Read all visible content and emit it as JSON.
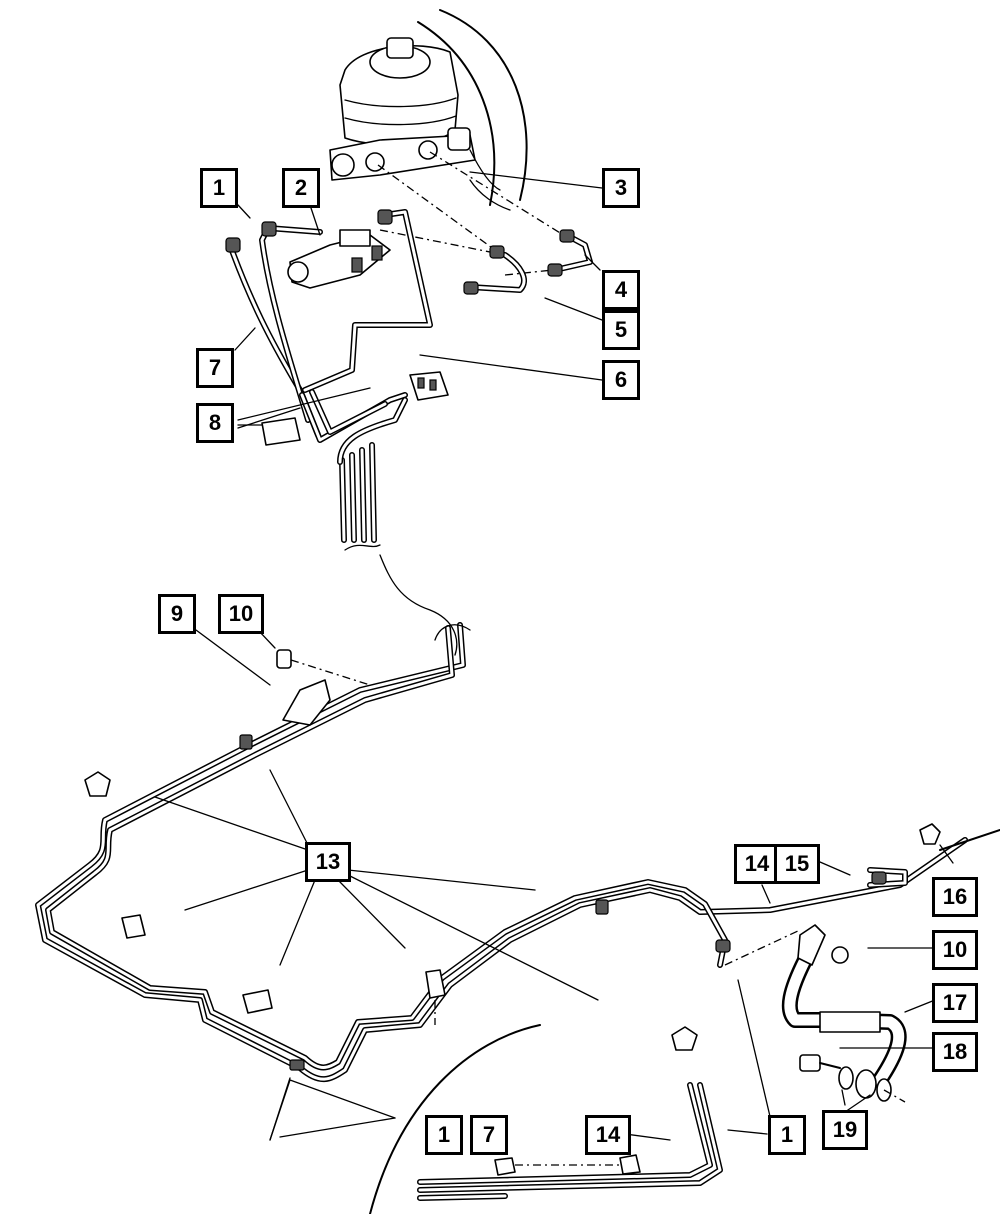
{
  "diagram": {
    "callouts": [
      {
        "id": "c1a",
        "text": "1"
      },
      {
        "id": "c2",
        "text": "2"
      },
      {
        "id": "c3",
        "text": "3"
      },
      {
        "id": "c4",
        "text": "4"
      },
      {
        "id": "c5",
        "text": "5"
      },
      {
        "id": "c6",
        "text": "6"
      },
      {
        "id": "c7a",
        "text": "7"
      },
      {
        "id": "c8",
        "text": "8"
      },
      {
        "id": "c9",
        "text": "9"
      },
      {
        "id": "c10a",
        "text": "10"
      },
      {
        "id": "c13",
        "text": "13"
      },
      {
        "id": "c14a",
        "text": "14"
      },
      {
        "id": "c15",
        "text": "15"
      },
      {
        "id": "c16",
        "text": "16"
      },
      {
        "id": "c10b",
        "text": "10"
      },
      {
        "id": "c17",
        "text": "17"
      },
      {
        "id": "c18",
        "text": "18"
      },
      {
        "id": "c1b",
        "text": "1"
      },
      {
        "id": "c19",
        "text": "19"
      },
      {
        "id": "c1c",
        "text": "1"
      },
      {
        "id": "c7b",
        "text": "7"
      },
      {
        "id": "c14b",
        "text": "14"
      }
    ]
  }
}
